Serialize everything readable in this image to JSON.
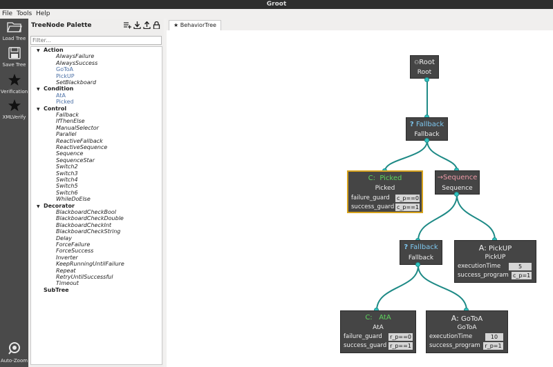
{
  "window": {
    "title": "Groot"
  },
  "menu": {
    "file": "File",
    "tools": "Tools",
    "help": "Help"
  },
  "toolbar": {
    "load_tree": "Load Tree",
    "save_tree": "Save Tree",
    "verification": "Verification",
    "xml_verify": "XMLVerify",
    "auto_zoom": "Auto-Zoom"
  },
  "palette": {
    "title": "TreeNode Palette",
    "filter_placeholder": "Filter...",
    "categories": [
      {
        "label": "Action",
        "items": [
          "AlwaysFailure",
          "AlwaysSuccess",
          "GoToA",
          "PickUP",
          "SetBlackboard"
        ]
      },
      {
        "label": "Condition",
        "items": [
          "AtA",
          "Picked"
        ]
      },
      {
        "label": "Control",
        "items": [
          "Fallback",
          "IfThenElse",
          "ManualSelector",
          "Parallel",
          "ReactiveFallback",
          "ReactiveSequence",
          "Sequence",
          "SequenceStar",
          "Switch2",
          "Switch3",
          "Switch4",
          "Switch5",
          "Switch6",
          "WhileDoElse"
        ]
      },
      {
        "label": "Decorator",
        "items": [
          "BlackboardCheckBool",
          "BlackboardCheckDouble",
          "BlackboardCheckInt",
          "BlackboardCheckString",
          "Delay",
          "ForceFailure",
          "ForceSuccess",
          "Inverter",
          "KeepRunningUntilFailure",
          "Repeat",
          "RetryUntilSuccessful",
          "Timeout"
        ]
      },
      {
        "label": "SubTree",
        "items": []
      }
    ]
  },
  "tab": {
    "label": "BehaviorTree"
  },
  "nodes": {
    "root": {
      "header": "Root",
      "name": "Root"
    },
    "fallback1": {
      "header": "Fallback",
      "name": "Fallback",
      "glyph": "?"
    },
    "picked": {
      "header": "Picked",
      "name": "Picked",
      "glyph": "C:",
      "ports": [
        {
          "key": "failure_guard",
          "value": "c_p==0"
        },
        {
          "key": "success_guard",
          "value": "c_p==1"
        }
      ]
    },
    "sequence": {
      "header": "Sequence",
      "name": "Sequence",
      "glyph": "→"
    },
    "fallback2": {
      "header": "Fallback",
      "name": "Fallback",
      "glyph": "?"
    },
    "pickup": {
      "header": "PickUP",
      "name": "PickUP",
      "glyph": "A:",
      "ports": [
        {
          "key": "executionTime",
          "value": "5"
        },
        {
          "key": "success_program",
          "value": "c_p=1"
        }
      ]
    },
    "ata": {
      "header": "AtA",
      "name": "AtA",
      "glyph": "C:",
      "ports": [
        {
          "key": "failure_guard",
          "value": "r_p==0"
        },
        {
          "key": "success_guard",
          "value": "r_p==1"
        }
      ]
    },
    "gotoa": {
      "header": "GoToA",
      "name": "GoToA",
      "glyph": "A:",
      "ports": [
        {
          "key": "executionTime",
          "value": "10"
        },
        {
          "key": "success_program",
          "value": "r_p=1"
        }
      ]
    }
  },
  "colors": {
    "edge": "#1e8a86",
    "port_dot": "#2fc3c0",
    "action_header": "#ffffff",
    "condition_header": "#5ed55e",
    "control_header": "#7ec8f0",
    "sequence_header": "#f09aa8",
    "selected_border": "#d6a21c"
  }
}
